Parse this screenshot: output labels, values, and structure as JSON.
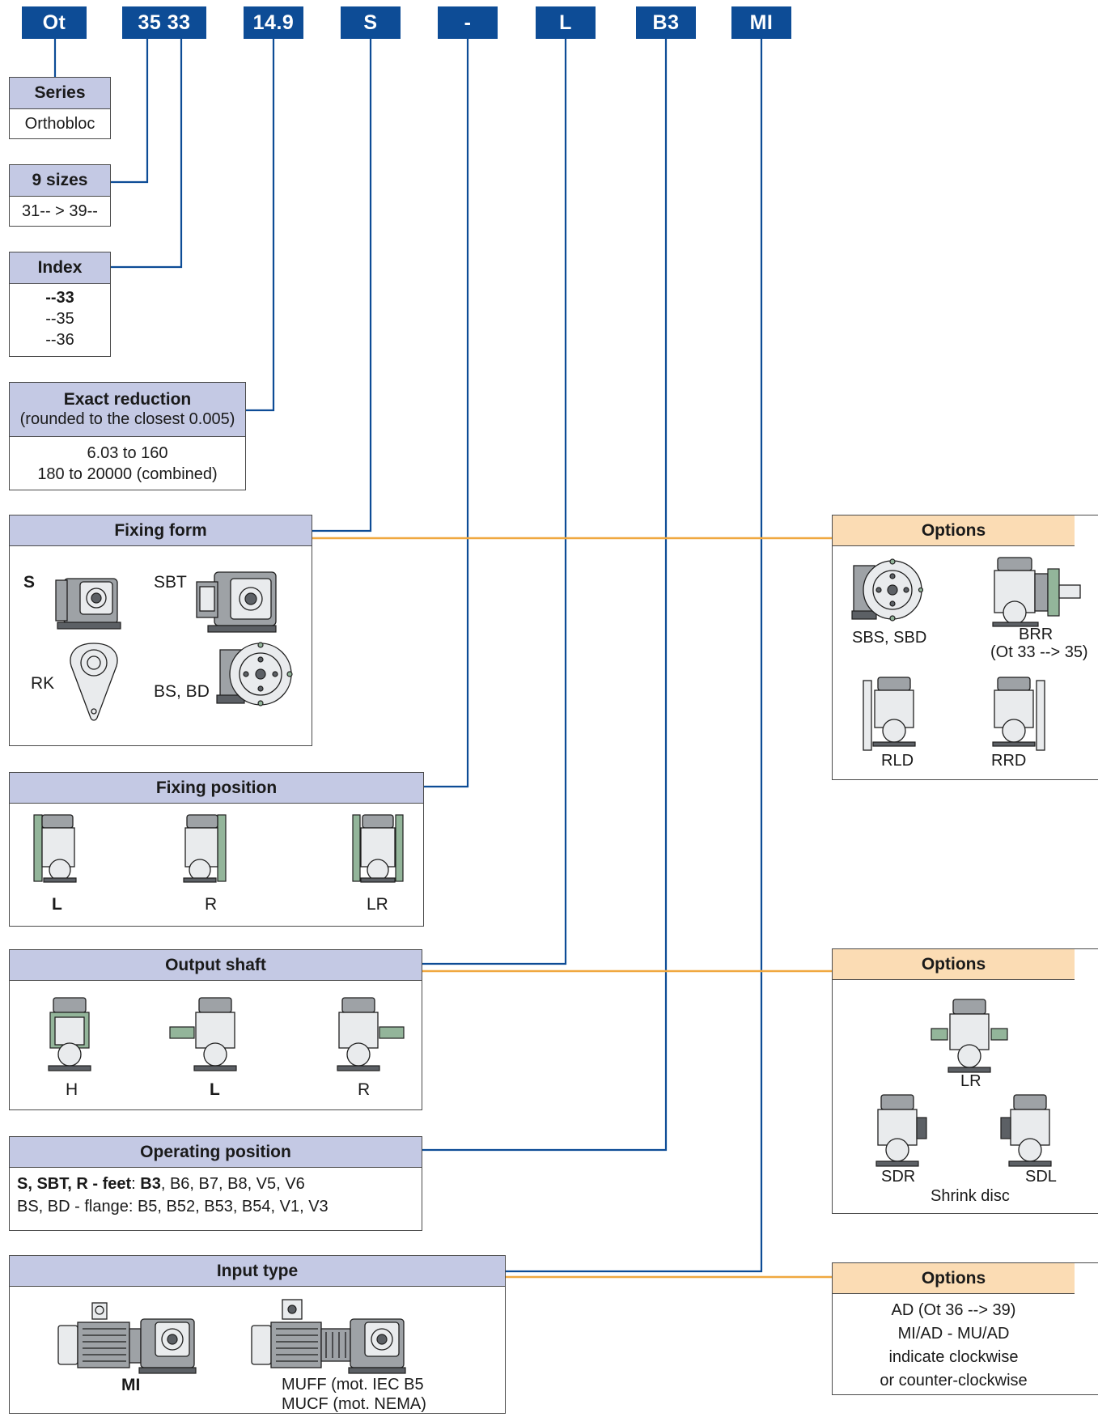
{
  "codes": [
    "Ot",
    "35 33",
    "14.9",
    "S",
    "-",
    "L",
    "B3",
    "MI"
  ],
  "series": {
    "title": "Series",
    "value": "Orthobloc"
  },
  "sizes": {
    "title": "9 sizes",
    "value": "31-- > 39--"
  },
  "index": {
    "title": "Index",
    "values": [
      "--33",
      "--35",
      "--36"
    ]
  },
  "reduction": {
    "title": "Exact reduction",
    "subtitle": "(rounded to the closest 0.005)",
    "values": [
      "6.03 to 160",
      "180 to 20000 (combined)"
    ]
  },
  "fixing_form": {
    "title": "Fixing form",
    "items": [
      "S",
      "SBT",
      "RK",
      "BS, BD"
    ]
  },
  "fixing_position": {
    "title": "Fixing position",
    "items": [
      "L",
      "R",
      "LR"
    ]
  },
  "output_shaft": {
    "title": "Output shaft",
    "items": [
      "H",
      "L",
      "R"
    ]
  },
  "operating_position": {
    "title": "Operating position",
    "line1_bold": "S, SBT, R - feet",
    "line1_sep": ": ",
    "line1_bold2": "B3",
    "line1_rest": ", B6, B7, B8, V5, V6",
    "line2": "BS, BD - flange: B5, B52, B53, B54, V1, V3"
  },
  "input_type": {
    "title": "Input type",
    "items": [
      "MI",
      "MUFF (mot. IEC B5",
      "MUCF (mot. NEMA)"
    ]
  },
  "options_fixing": {
    "title": "Options",
    "items": [
      "SBS, SBD",
      "BRR",
      "(Ot 33 --> 35)",
      "RLD",
      "RRD"
    ]
  },
  "options_shaft": {
    "title": "Options",
    "items": [
      "LR",
      "SDR",
      "SDL",
      "Shrink disc"
    ]
  },
  "options_input": {
    "title": "Options",
    "lines": [
      "AD (Ot 36 --> 39)",
      "MI/AD - MU/AD",
      "indicate clockwise",
      "or counter-clockwise"
    ]
  },
  "colors": {
    "code_bg": "#0d4c96",
    "header_bg": "#c4c9e4",
    "options_header_bg": "#fbdcb4",
    "blue_line": "#0d4c96",
    "orange_line": "#f0a840"
  }
}
